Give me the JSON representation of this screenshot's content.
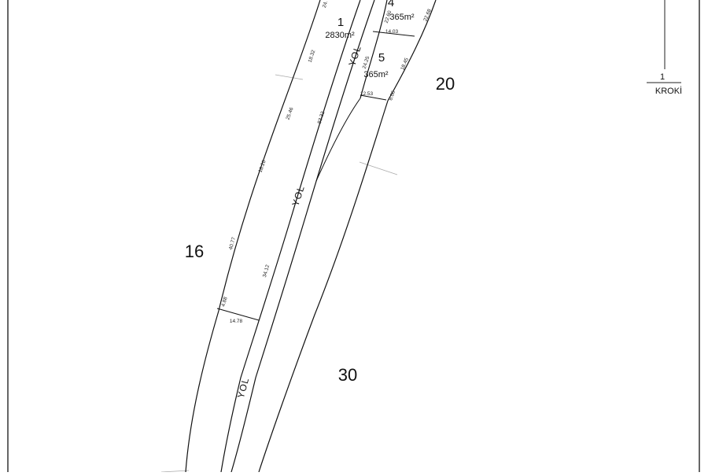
{
  "parcels": {
    "p1": {
      "number": "1",
      "area": "2830m²"
    },
    "p4": {
      "number": "4",
      "area": "365m²"
    },
    "p5": {
      "number": "5",
      "area": "365m²"
    }
  },
  "neighbors": {
    "n16": "16",
    "n20": "20",
    "n30": "30"
  },
  "road_label": "YOL",
  "dimensions": {
    "d_top": "24.",
    "d1": "18.32",
    "d2": "25.46",
    "d3": "18.20",
    "d4": "40.77",
    "d5": "4.88",
    "d6": "14.78",
    "d7": "83.32",
    "d8": "34.12",
    "d9": "22.60",
    "d10": "22.68",
    "d11": "14.03",
    "d12": "24.25",
    "d13": "18.45",
    "d14": "12.53",
    "d15": "8.06"
  },
  "legend": {
    "number": "1",
    "title": "KROKİ"
  }
}
